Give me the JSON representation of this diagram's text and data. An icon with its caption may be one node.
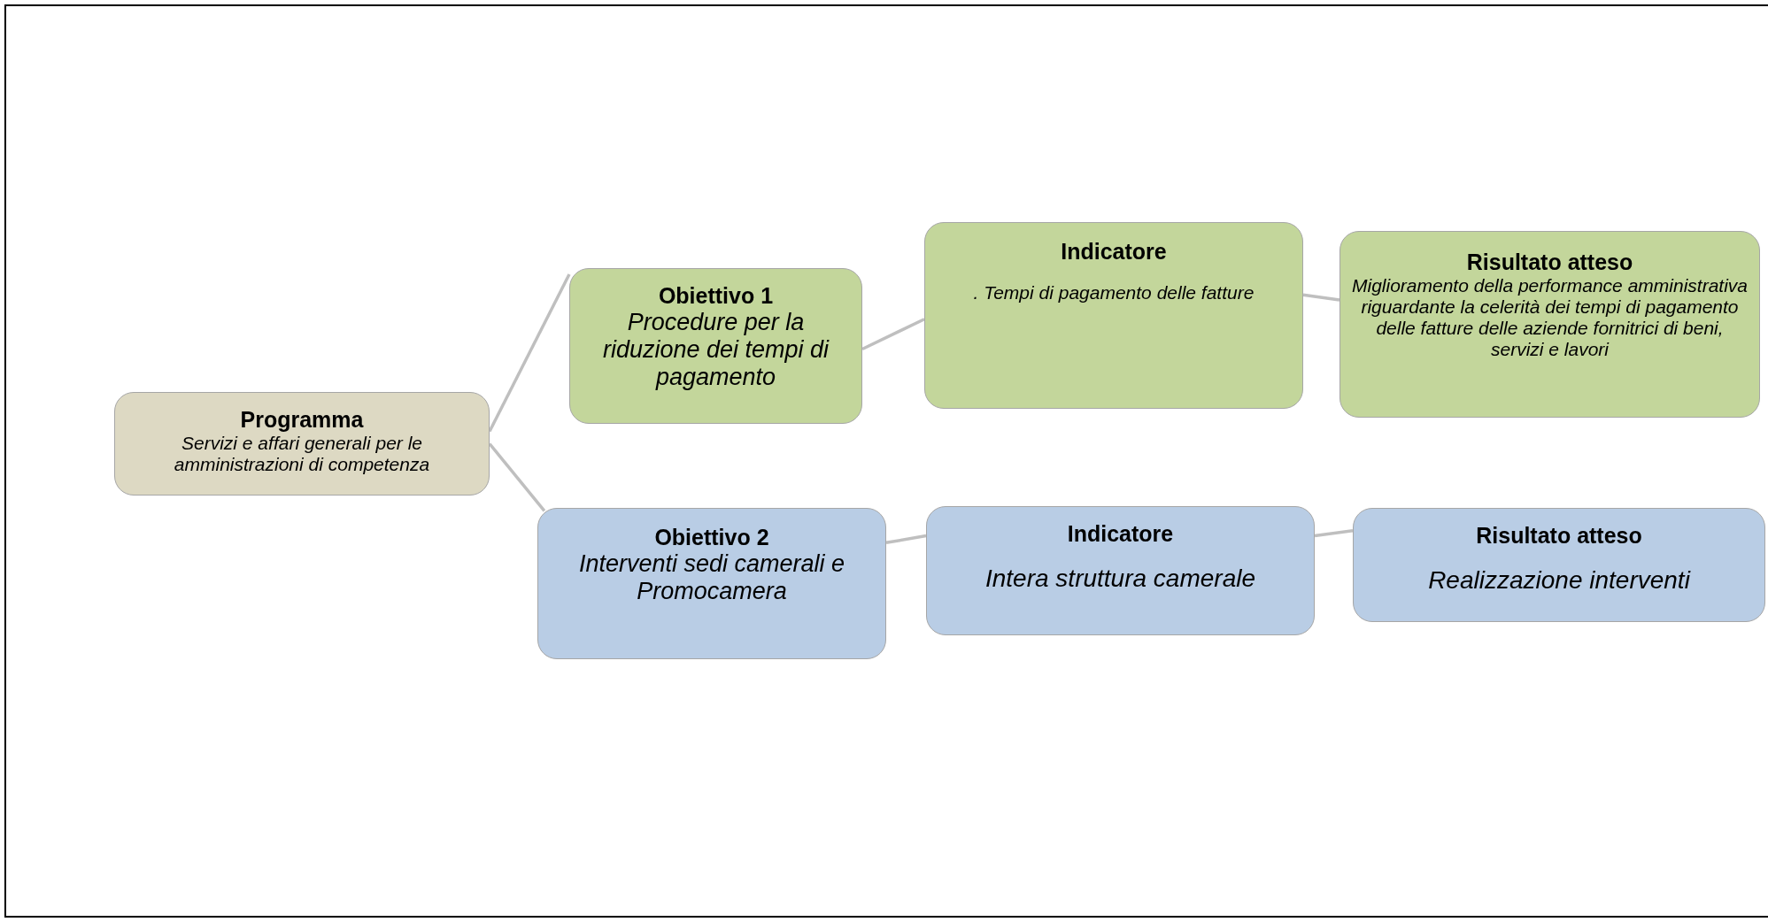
{
  "diagram": {
    "nodes": [
      {
        "text": [
          "Programma",
          "Servizi e affari generali per le amministrazioni di competenza"
        ]
      },
      {
        "text": [
          "Obiettivo 1",
          "Procedure per la riduzione dei tempi di pagamento"
        ]
      },
      {
        "text": [
          "Indicatore",
          ". Tempi di pagamento delle fatture"
        ]
      },
      {
        "text": [
          "Risultato atteso",
          "Miglioramento della performance amministrativa riguardante la celerità dei tempi di pagamento delle fatture delle aziende fornitrici di beni, servizi e lavori"
        ]
      },
      {
        "text": [
          "Obiettivo 2",
          "Interventi sedi camerali e Promocamera"
        ]
      },
      {
        "text": [
          "Indicatore",
          "Intera struttura camerale"
        ]
      },
      {
        "text": [
          "Risultato atteso",
          "Realizzazione interventi"
        ]
      }
    ],
    "edges": [
      {
        "from": 0,
        "to": 1,
        "arrow": "none"
      },
      {
        "from": 0,
        "to": 4,
        "arrow": "none"
      },
      {
        "from": 1,
        "to": 2,
        "arrow": "none"
      },
      {
        "from": 2,
        "to": 3,
        "arrow": "none"
      },
      {
        "from": 4,
        "to": 5,
        "arrow": "none"
      },
      {
        "from": 5,
        "to": 6,
        "arrow": "none"
      }
    ]
  }
}
